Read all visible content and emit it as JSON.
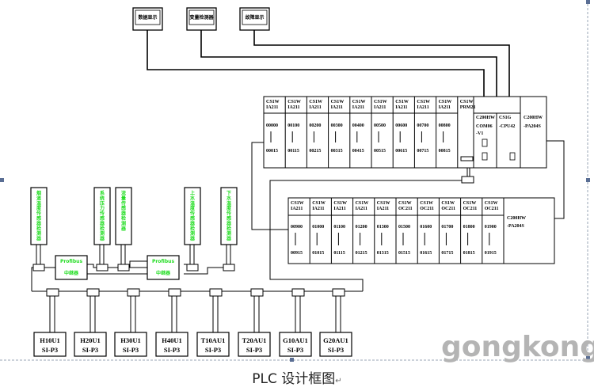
{
  "hmi_panels": [
    {
      "label": "数据显示"
    },
    {
      "label": "变量检测器"
    },
    {
      "label": "故障显示"
    }
  ],
  "rack1": {
    "io_modules": [
      {
        "model": [
          "CS1W",
          "IA211"
        ],
        "range_start": "00000",
        "range_end": "00015"
      },
      {
        "model": [
          "CS1W",
          "IA211"
        ],
        "range_start": "00100",
        "range_end": "00115"
      },
      {
        "model": [
          "CS1W",
          "IA211"
        ],
        "range_start": "00200",
        "range_end": "00215"
      },
      {
        "model": [
          "CS1W",
          "IA211"
        ],
        "range_start": "00300",
        "range_end": "00315"
      },
      {
        "model": [
          "CS1W",
          "IA211"
        ],
        "range_start": "00400",
        "range_end": "00415"
      },
      {
        "model": [
          "CS1W",
          "IA211"
        ],
        "range_start": "00500",
        "range_end": "00515"
      },
      {
        "model": [
          "CS1W",
          "IA211"
        ],
        "range_start": "00600",
        "range_end": "00615"
      },
      {
        "model": [
          "CS1W",
          "IA211"
        ],
        "range_start": "00700",
        "range_end": "00715"
      },
      {
        "model": [
          "CS1W",
          "IA211"
        ],
        "range_start": "00800",
        "range_end": "00815"
      }
    ],
    "prm_module": {
      "model": [
        "CS1W",
        "PRM21"
      ]
    },
    "comm_module": {
      "model": [
        "C200HW",
        "COM06",
        "-V1"
      ]
    },
    "cpu_module": {
      "model": [
        "CS1G",
        "-CPU42"
      ]
    },
    "power_module": {
      "model": [
        "C200HW",
        "-PA204S"
      ]
    }
  },
  "rack2": {
    "io_modules": [
      {
        "model": [
          "CS1W",
          "IA211"
        ],
        "range_start": "00900",
        "range_end": "00915"
      },
      {
        "model": [
          "CS1W",
          "IA211"
        ],
        "range_start": "01000",
        "range_end": "01015"
      },
      {
        "model": [
          "CS1W",
          "IA211"
        ],
        "range_start": "01100",
        "range_end": "01115"
      },
      {
        "model": [
          "CS1W",
          "IA211"
        ],
        "range_start": "01200",
        "range_end": "01215"
      },
      {
        "model": [
          "CS1W",
          "IA211"
        ],
        "range_start": "01300",
        "range_end": "01315"
      },
      {
        "model": [
          "CS1W",
          "OC211"
        ],
        "range_start": "01500",
        "range_end": "01515"
      },
      {
        "model": [
          "CS1W",
          "OC211"
        ],
        "range_start": "01600",
        "range_end": "01615"
      },
      {
        "model": [
          "CS1W",
          "OC211"
        ],
        "range_start": "01700",
        "range_end": "01715"
      },
      {
        "model": [
          "CS1W",
          "OC211"
        ],
        "range_start": "01800",
        "range_end": "01815"
      },
      {
        "model": [
          "CS1W",
          "OC211"
        ],
        "range_start": "01900",
        "range_end": "01915"
      }
    ],
    "power_module": {
      "model": [
        "C200HW",
        "-PA204S"
      ]
    }
  },
  "field_devices": [
    {
      "label": "烟道温度传感器检测器"
    },
    {
      "label": "系统压力传感器检测器"
    },
    {
      "label": "流量传感器检测器"
    },
    {
      "label": "上水温度传感器检测器"
    },
    {
      "label": "下水温度传感器检测器"
    }
  ],
  "repeaters": [
    {
      "title": "Profibus",
      "subtitle": "中继器"
    },
    {
      "title": "Profibus",
      "subtitle": "中继器"
    }
  ],
  "drives": [
    {
      "name": "H10U1",
      "type": "SI-P3"
    },
    {
      "name": "H20U1",
      "type": "SI-P3"
    },
    {
      "name": "H30U1",
      "type": "SI-P3"
    },
    {
      "name": "H40U1",
      "type": "SI-P3"
    },
    {
      "name": "T10AU1",
      "type": "SI-P3"
    },
    {
      "name": "T20AU1",
      "type": "SI-P3"
    },
    {
      "name": "G10AU1",
      "type": "SI-P3"
    },
    {
      "name": "G20AU1",
      "type": "SI-P3"
    }
  ],
  "caption": "PLC 设计框图",
  "watermark": "gongkong"
}
